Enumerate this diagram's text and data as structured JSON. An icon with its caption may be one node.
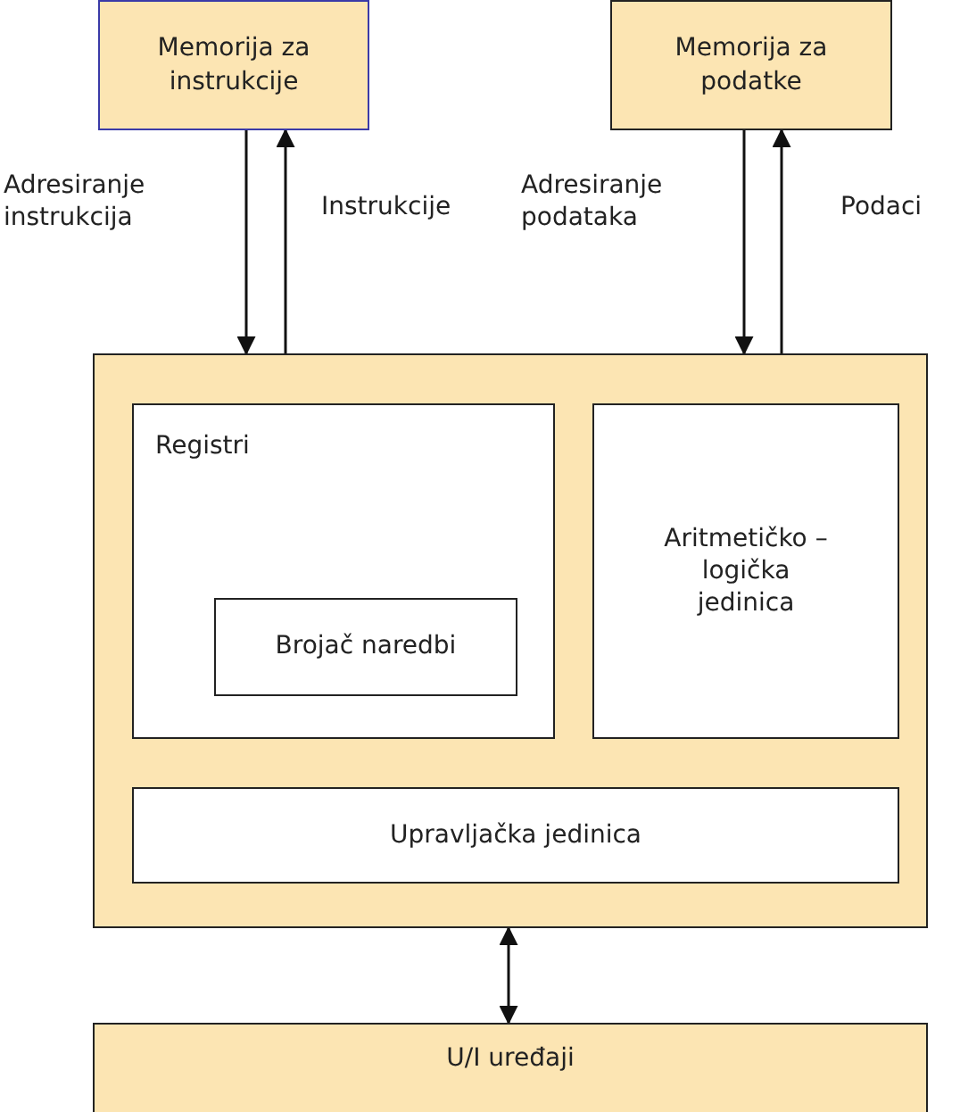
{
  "diagram": {
    "nodes": [
      {
        "text": [
          "Memorija za instrukcije"
        ]
      },
      {
        "text": [
          "Memorija za podatke"
        ]
      },
      {
        "text": [],
        "shape": "box"
      },
      {
        "text": [
          "Registri"
        ],
        "in": 2
      },
      {
        "text": [
          "Brojač naredbi"
        ],
        "in": 3
      },
      {
        "text": [
          "Aritmetičko – logička jedinica"
        ],
        "in": 2
      },
      {
        "text": [
          "Upravljačka jedinica"
        ],
        "in": 2
      },
      {
        "text": [
          "U/I uređaji"
        ]
      }
    ],
    "edges": [
      {
        "from": 0,
        "to": 2,
        "arrow": "to",
        "label": "Adresiranje instrukcija"
      },
      {
        "from": 2,
        "to": 0,
        "arrow": "to",
        "label": "Instrukcije"
      },
      {
        "from": 1,
        "to": 2,
        "arrow": "to",
        "label": "Adresiranje podataka"
      },
      {
        "from": 2,
        "to": 1,
        "arrow": "to",
        "label": "Podaci"
      },
      {
        "from": 2,
        "to": 7,
        "arrow": "both"
      }
    ]
  }
}
